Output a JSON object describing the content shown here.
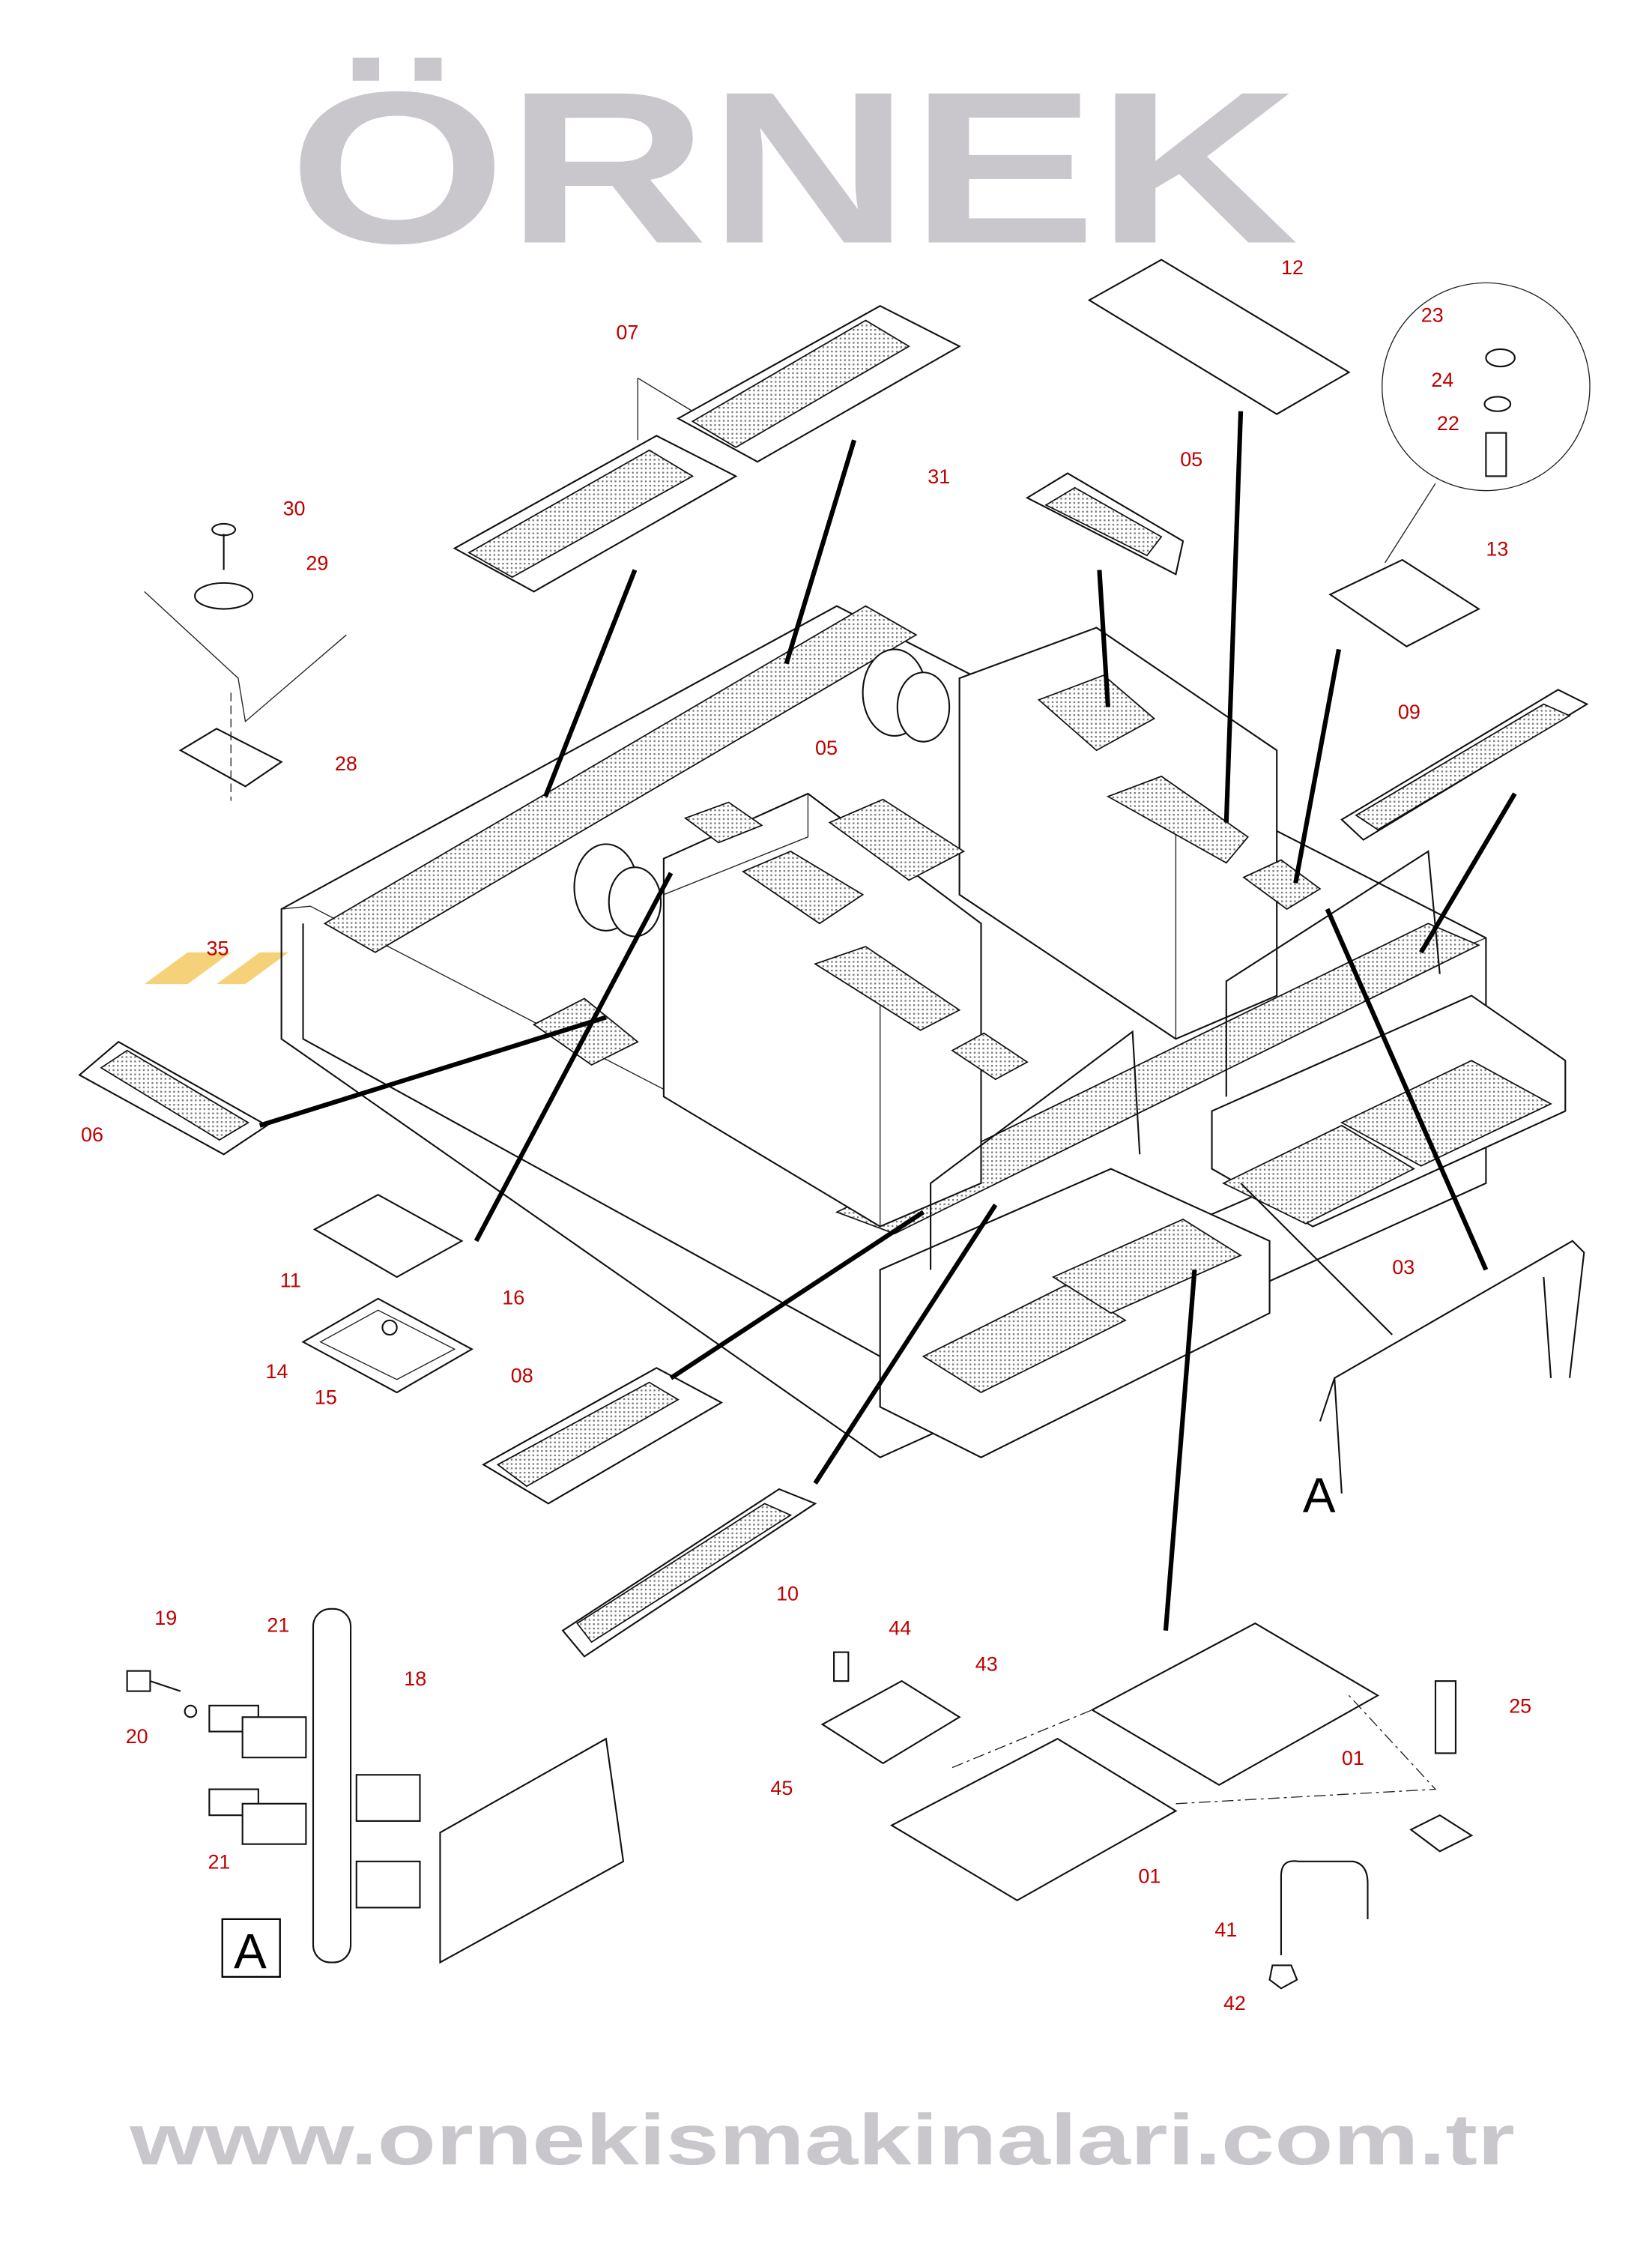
{
  "watermark": {
    "brand": "ÖRNEK",
    "url": "www.ornekismakinalari.com.tr",
    "accent_color": "#f5d27a",
    "text_color": "#c9c6cc"
  },
  "detail_marker": "A",
  "detail_box_label": "A",
  "label_color": "#c00000",
  "callouts": [
    {
      "id": "c07",
      "text": "07"
    },
    {
      "id": "c12",
      "text": "12"
    },
    {
      "id": "c23",
      "text": "23"
    },
    {
      "id": "c24",
      "text": "24"
    },
    {
      "id": "c22",
      "text": "22"
    },
    {
      "id": "c31",
      "text": "31"
    },
    {
      "id": "c05a",
      "text": "05"
    },
    {
      "id": "c13",
      "text": "13"
    },
    {
      "id": "c30",
      "text": "30"
    },
    {
      "id": "c29",
      "text": "29"
    },
    {
      "id": "c28",
      "text": "28"
    },
    {
      "id": "c09",
      "text": "09"
    },
    {
      "id": "c05b",
      "text": "05"
    },
    {
      "id": "c35",
      "text": "35"
    },
    {
      "id": "c06",
      "text": "06"
    },
    {
      "id": "c11",
      "text": "11"
    },
    {
      "id": "c16",
      "text": "16"
    },
    {
      "id": "c14",
      "text": "14"
    },
    {
      "id": "c15",
      "text": "15"
    },
    {
      "id": "c08",
      "text": "08"
    },
    {
      "id": "c03",
      "text": "03"
    },
    {
      "id": "c10",
      "text": "10"
    },
    {
      "id": "c19",
      "text": "19"
    },
    {
      "id": "c21a",
      "text": "21"
    },
    {
      "id": "c18",
      "text": "18"
    },
    {
      "id": "c20",
      "text": "20"
    },
    {
      "id": "c21b",
      "text": "21"
    },
    {
      "id": "c44",
      "text": "44"
    },
    {
      "id": "c43",
      "text": "43"
    },
    {
      "id": "c45",
      "text": "45"
    },
    {
      "id": "c25",
      "text": "25"
    },
    {
      "id": "c01a",
      "text": "01"
    },
    {
      "id": "c01b",
      "text": "01"
    },
    {
      "id": "c41",
      "text": "41"
    },
    {
      "id": "c42",
      "text": "42"
    }
  ]
}
